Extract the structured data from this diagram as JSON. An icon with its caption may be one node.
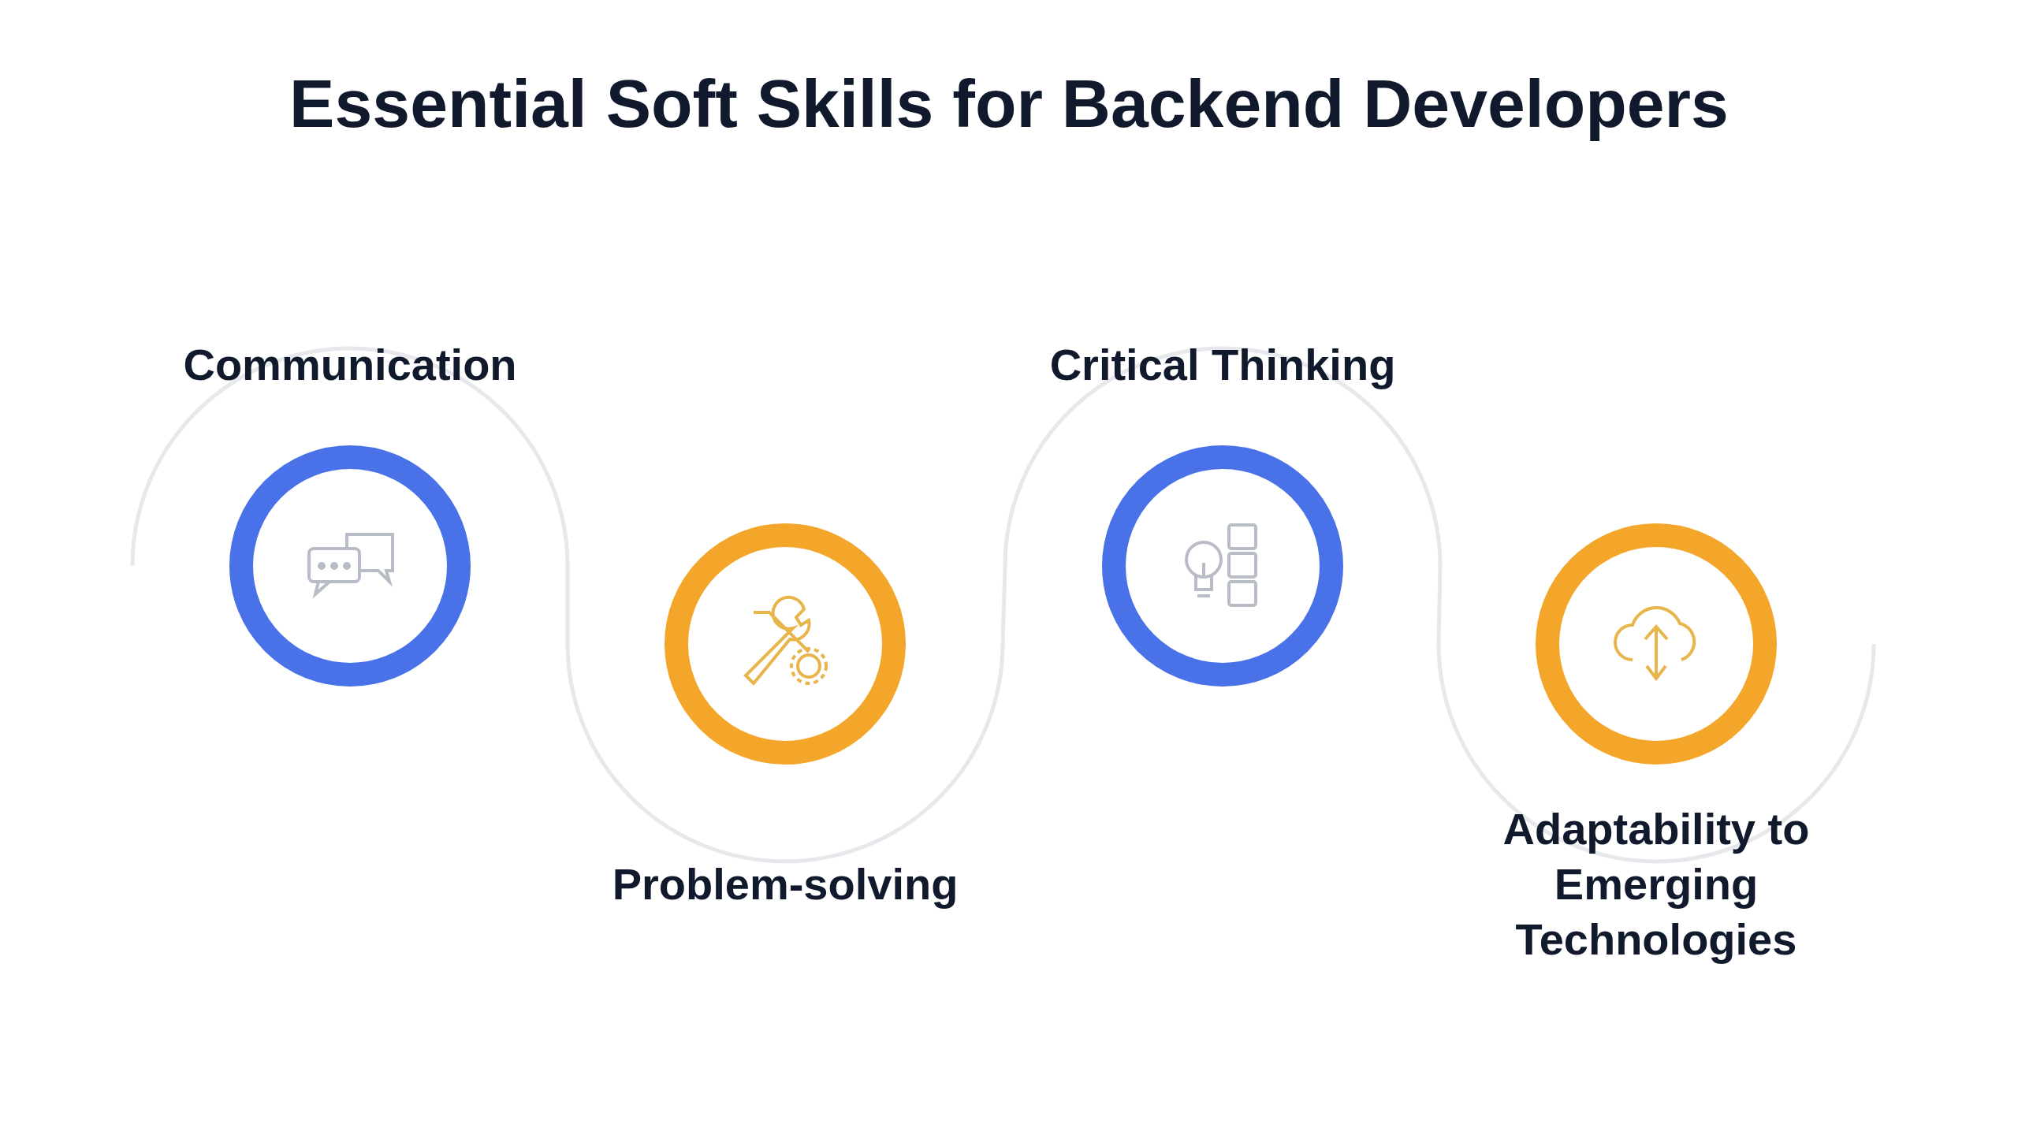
{
  "diagram": {
    "title": "Essential Soft Skills for Backend Developers",
    "nodes": [
      {
        "text": [
          "Communication"
        ]
      },
      {
        "text": [
          "Problem-solving"
        ]
      },
      {
        "text": [
          "Critical Thinking"
        ]
      },
      {
        "text": [
          "Adaptability to Emerging Technologies"
        ]
      }
    ]
  }
}
